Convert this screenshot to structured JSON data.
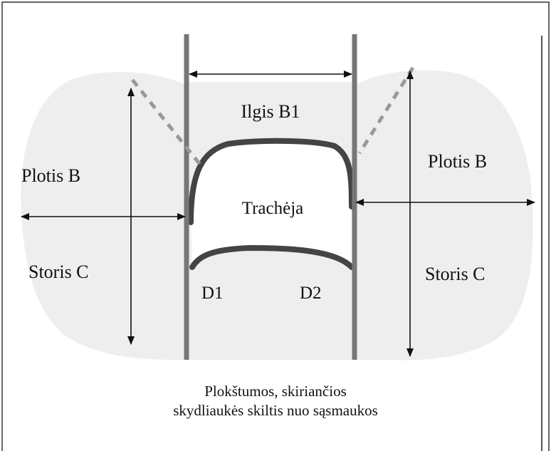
{
  "labels": {
    "length_b1": "Ilgis B1",
    "width_left": "Plotis B",
    "width_right": "Plotis B",
    "trachea": "Trachėja",
    "thickness_left": "Storis C",
    "thickness_right": "Storis C",
    "d1": "D1",
    "d2": "D2"
  },
  "caption": {
    "line1": "Plokštumos, skiriančios",
    "line2": "skydliaukės skiltis nuo sąsmaukos"
  },
  "colors": {
    "lobe_fill": "#eeeeee",
    "plane_line": "#777777",
    "trachea_outline": "#444444",
    "dashed_line": "#999999",
    "arrow": "#111111",
    "frame": "#333333"
  }
}
